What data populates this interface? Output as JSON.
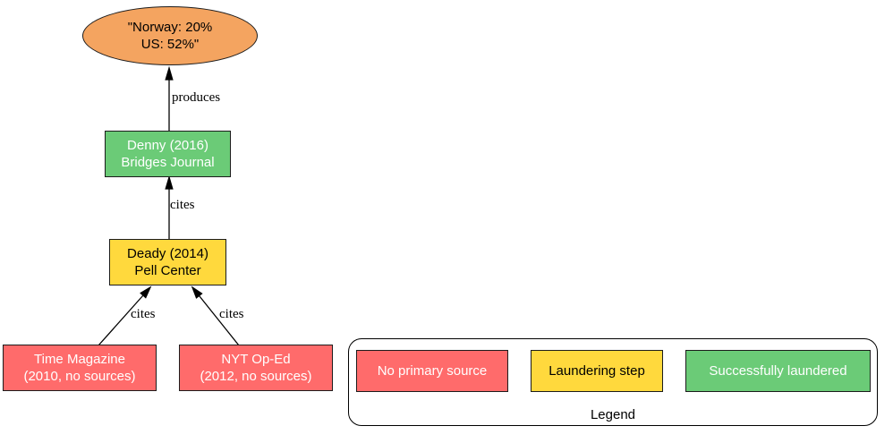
{
  "diagram": {
    "title_hint": "citation laundering graph",
    "nodes": {
      "claim": {
        "line1": "\"Norway: 20%",
        "line2": "US: 52%\""
      },
      "denny": {
        "line1": "Denny (2016)",
        "line2": "Bridges Journal"
      },
      "deady": {
        "line1": "Deady (2014)",
        "line2": "Pell Center"
      },
      "time_magazine": {
        "line1": "Time Magazine",
        "line2": "(2010, no sources)"
      },
      "nyt_oped": {
        "line1": "NYT Op-Ed",
        "line2": "(2012, no sources)"
      }
    },
    "edge_labels": {
      "produces": "produces",
      "cites_deady_denny": "cites",
      "cites_time_deady": "cites",
      "cites_nyt_deady": "cites"
    }
  },
  "legend": {
    "title": "Legend",
    "items": [
      {
        "label": "No primary source",
        "color": "#FF6B6B"
      },
      {
        "label": "Laundering step",
        "color": "#FFD93D"
      },
      {
        "label": "Successfully laundered",
        "color": "#6BCB77"
      }
    ]
  },
  "colors": {
    "claim_node": "#F4A460",
    "laundered_node": "#6BCB77",
    "laundering_node": "#FFD93D",
    "no_source_node": "#FF6B6B",
    "edge": "#000000",
    "background": "#FFFFFF"
  }
}
